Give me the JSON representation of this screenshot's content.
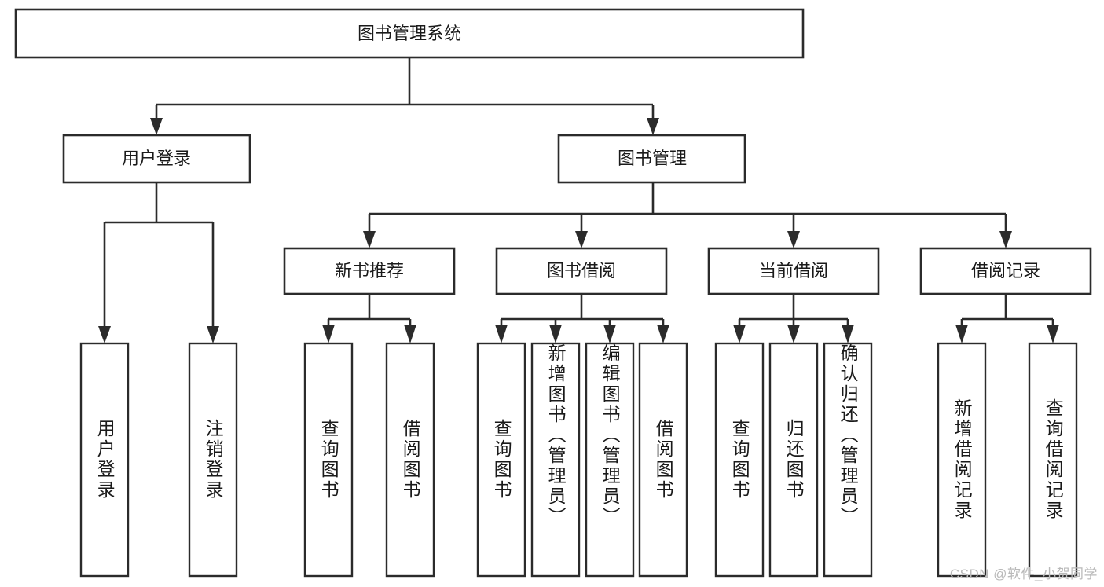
{
  "diagram": {
    "type": "tree-hierarchy-diagram",
    "title": "图书管理系统",
    "watermark": "CSDN @软件_小贺同学",
    "colors": {
      "stroke": "#2b2b2b",
      "box_fill": "#ffffff",
      "text": "#1a1a1a",
      "background": "#ffffff",
      "watermark": "#b9b9b9"
    },
    "root": {
      "label": "图书管理系统"
    },
    "level2": [
      {
        "label": "用户登录"
      },
      {
        "label": "图书管理"
      }
    ],
    "level3": [
      {
        "label": "新书推荐"
      },
      {
        "label": "图书借阅"
      },
      {
        "label": "当前借阅"
      },
      {
        "label": "借阅记录"
      }
    ],
    "leaves": {
      "user_login": [
        {
          "label": "用户登录"
        },
        {
          "label": "注销登录"
        }
      ],
      "new_book_recommend": [
        {
          "label": "查询图书"
        },
        {
          "label": "借阅图书"
        }
      ],
      "book_borrow": [
        {
          "label": "查询图书"
        },
        {
          "label": "新增图书（管理员）"
        },
        {
          "label": "编辑图书（管理员）"
        },
        {
          "label": "借阅图书"
        }
      ],
      "current_borrow": [
        {
          "label": "查询图书"
        },
        {
          "label": "归还图书"
        },
        {
          "label": "确认归还（管理员）"
        }
      ],
      "borrow_record": [
        {
          "label": "新增借阅记录"
        },
        {
          "label": "查询借阅记录"
        }
      ]
    }
  }
}
